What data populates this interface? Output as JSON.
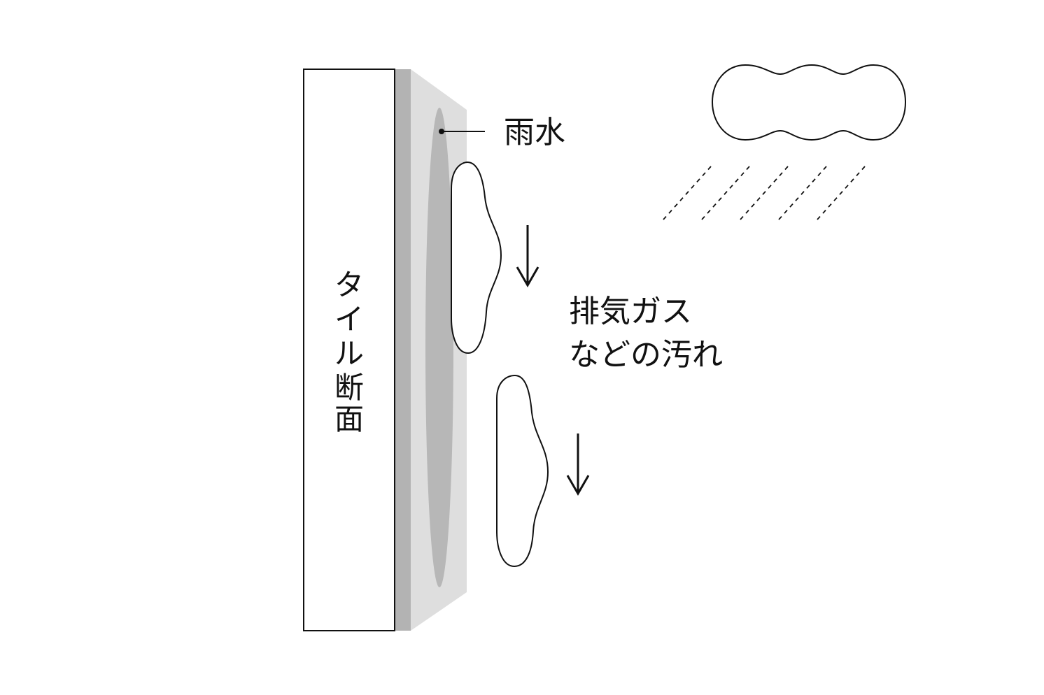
{
  "labels": {
    "rainwater": "雨水",
    "tile_cross_section": "タイル断面",
    "dirt_line1": "排気ガス",
    "dirt_line2": "などの汚れ"
  },
  "colors": {
    "stroke": "#111111",
    "tile_fill": "#ffffff",
    "tile_edge": "#b3b3b3",
    "water_film": "#dedede",
    "water_core": "#b7b7b7",
    "background": "#ffffff"
  },
  "icons": {
    "cloud": "cloud-icon",
    "rain": "rain-streaks-icon",
    "arrow": "down-arrow-icon"
  }
}
